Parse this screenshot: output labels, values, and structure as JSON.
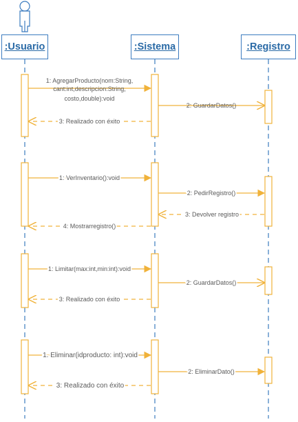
{
  "lifelines": {
    "usuario": ":Usuario",
    "sistema": ":Sistema",
    "registro": ":Registro"
  },
  "colors": {
    "lifeline": "#3b7bbf",
    "activation": "#f0b23a",
    "message": "#f0b23a",
    "text": "#5a5a5a"
  },
  "messages": {
    "m1_line1": "1: AgregarProducto(nom:String,",
    "m1_line2": "cant:int,descripcion:String,",
    "m1_line3": "costo,double):void",
    "m2": "2: GuardarDatos()",
    "m3": "3: Realizado con éxito",
    "m4": "1: VerInventario():void",
    "m5": "2: PedirRegistro()",
    "m6": "3: Devolver registro",
    "m7": "4: Mostrarregistro()",
    "m8": "1: Limitar(max:int,min:int):void",
    "m9": "2: GuardarDatos()",
    "m10": "3: Realizado con éxito",
    "m11": "1. Eliminar(idproducto: int):void",
    "m12": "2: EliminarDato()",
    "m13": "3: Realizado con éxito"
  }
}
